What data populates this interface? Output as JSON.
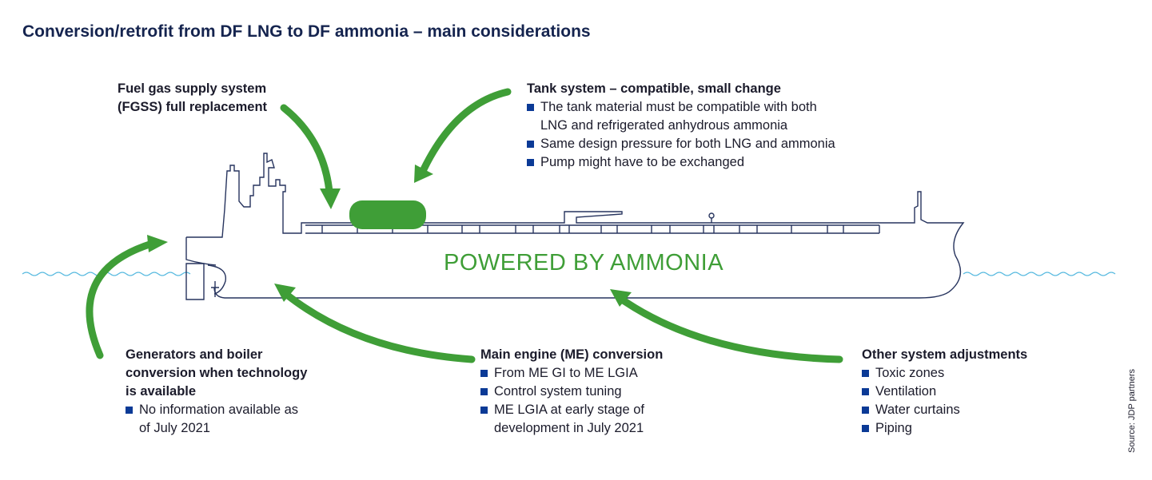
{
  "title": "Conversion/retrofit from DF LNG to DF ammonia – main considerations",
  "ship_label": "POWERED BY AMMONIA",
  "source": "Source: JDP partners",
  "colors": {
    "navy": "#15244f",
    "green": "#3f9e37",
    "bullet": "#0b3a96",
    "water": "#5bbbe0"
  },
  "fgss": {
    "heading": [
      "Fuel gas supply system",
      "(FGSS) full replacement"
    ]
  },
  "tank": {
    "heading": "Tank system – compatible, small change",
    "bullets": [
      [
        "The tank material must be compatible with both",
        "LNG and refrigerated anhydrous ammonia"
      ],
      [
        "Same design pressure for both LNG and ammonia"
      ],
      [
        "Pump might have to be exchanged"
      ]
    ]
  },
  "generators": {
    "heading": [
      "Generators and boiler",
      "conversion when technology",
      "is available"
    ],
    "bullets": [
      [
        "No information available as",
        "of July 2021"
      ]
    ]
  },
  "main_engine": {
    "heading": "Main engine (ME) conversion",
    "bullets": [
      [
        "From ME GI to ME LGIA"
      ],
      [
        "Control system tuning"
      ],
      [
        "ME LGIA at early stage of",
        "development in July 2021"
      ]
    ]
  },
  "other": {
    "heading": "Other system adjustments",
    "bullets": [
      [
        "Toxic zones"
      ],
      [
        "Ventilation"
      ],
      [
        "Water curtains"
      ],
      [
        "Piping"
      ]
    ]
  }
}
